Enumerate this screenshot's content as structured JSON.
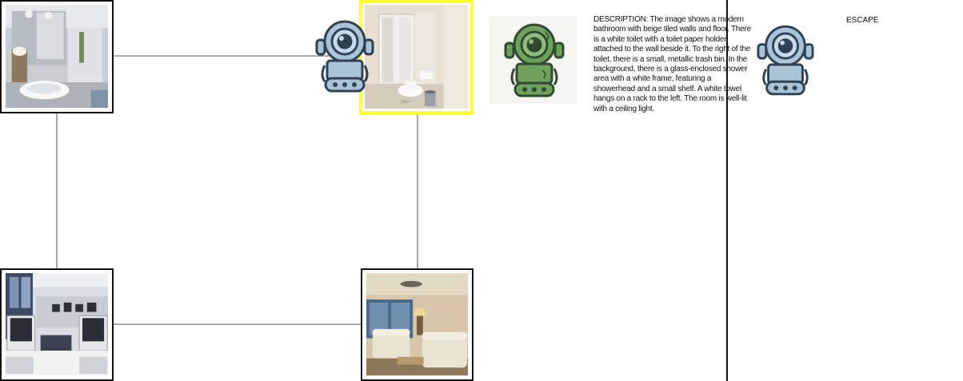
{
  "map": {
    "rooms": [
      {
        "id": "bathroom-vanity",
        "icon": "bathroom-vanity-photo",
        "current": false
      },
      {
        "id": "bathroom-shower",
        "icon": "bathroom-shower-photo",
        "current": true
      },
      {
        "id": "computer-lab",
        "icon": "computer-lab-photo",
        "current": false
      },
      {
        "id": "living-room",
        "icon": "living-room-photo",
        "current": false
      }
    ],
    "highlight_color": "#ffff33"
  },
  "agent": {
    "icon": "robot-icon",
    "body_color": "#a9c4d6",
    "outline_color": "#2f4152"
  },
  "companion": {
    "icon": "green-robot-icon",
    "body_color": "#6fa05c"
  },
  "panel": {
    "description": "DESCRIPTION: The image shows a modern bathroom with beige tiled walls and floor. There is a white toilet with a toilet paper holder attached to the wall beside it. To the right of the toilet, there is a small, metallic trash bin. In the background, there is a glass-enclosed shower area with a white frame, featuring a showerhead and a small shelf. A white towel hangs on a rack to the left. The room is well-lit with a ceiling light.",
    "escape_label": "ESCAPE"
  }
}
